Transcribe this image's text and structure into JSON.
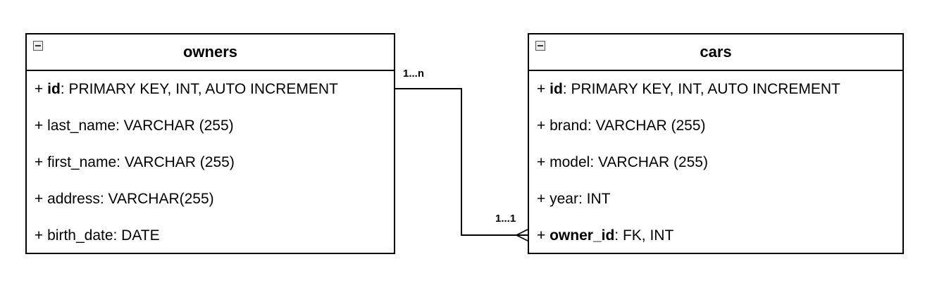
{
  "owners": {
    "title": "owners",
    "fields": [
      {
        "prefix": "+ ",
        "name": "id",
        "bold": true,
        "type": ": PRIMARY KEY, INT, AUTO INCREMENT"
      },
      {
        "prefix": "+ ",
        "name": "last_name",
        "bold": false,
        "type": ": VARCHAR (255)"
      },
      {
        "prefix": "+ ",
        "name": "first_name",
        "bold": false,
        "type": ": VARCHAR (255)"
      },
      {
        "prefix": "+ ",
        "name": "address",
        "bold": false,
        "type": ": VARCHAR(255)"
      },
      {
        "prefix": "+ ",
        "name": "birth_date",
        "bold": false,
        "type": ": DATE"
      }
    ]
  },
  "cars": {
    "title": "cars",
    "fields": [
      {
        "prefix": "+ ",
        "name": "id",
        "bold": true,
        "type": ": PRIMARY KEY, INT, AUTO INCREMENT"
      },
      {
        "prefix": "+ ",
        "name": "brand",
        "bold": false,
        "type": ": VARCHAR (255)"
      },
      {
        "prefix": "+ ",
        "name": "model",
        "bold": false,
        "type": ": VARCHAR (255)"
      },
      {
        "prefix": "+ ",
        "name": "year",
        "bold": false,
        "type": ": INT"
      },
      {
        "prefix": "+ ",
        "name": "owner_id",
        "bold": true,
        "type": ": FK, INT"
      }
    ]
  },
  "relationship": {
    "owners_cardinality": "1...n",
    "cars_cardinality": "1...1",
    "end_marker_icon": "crows-foot-icon"
  }
}
